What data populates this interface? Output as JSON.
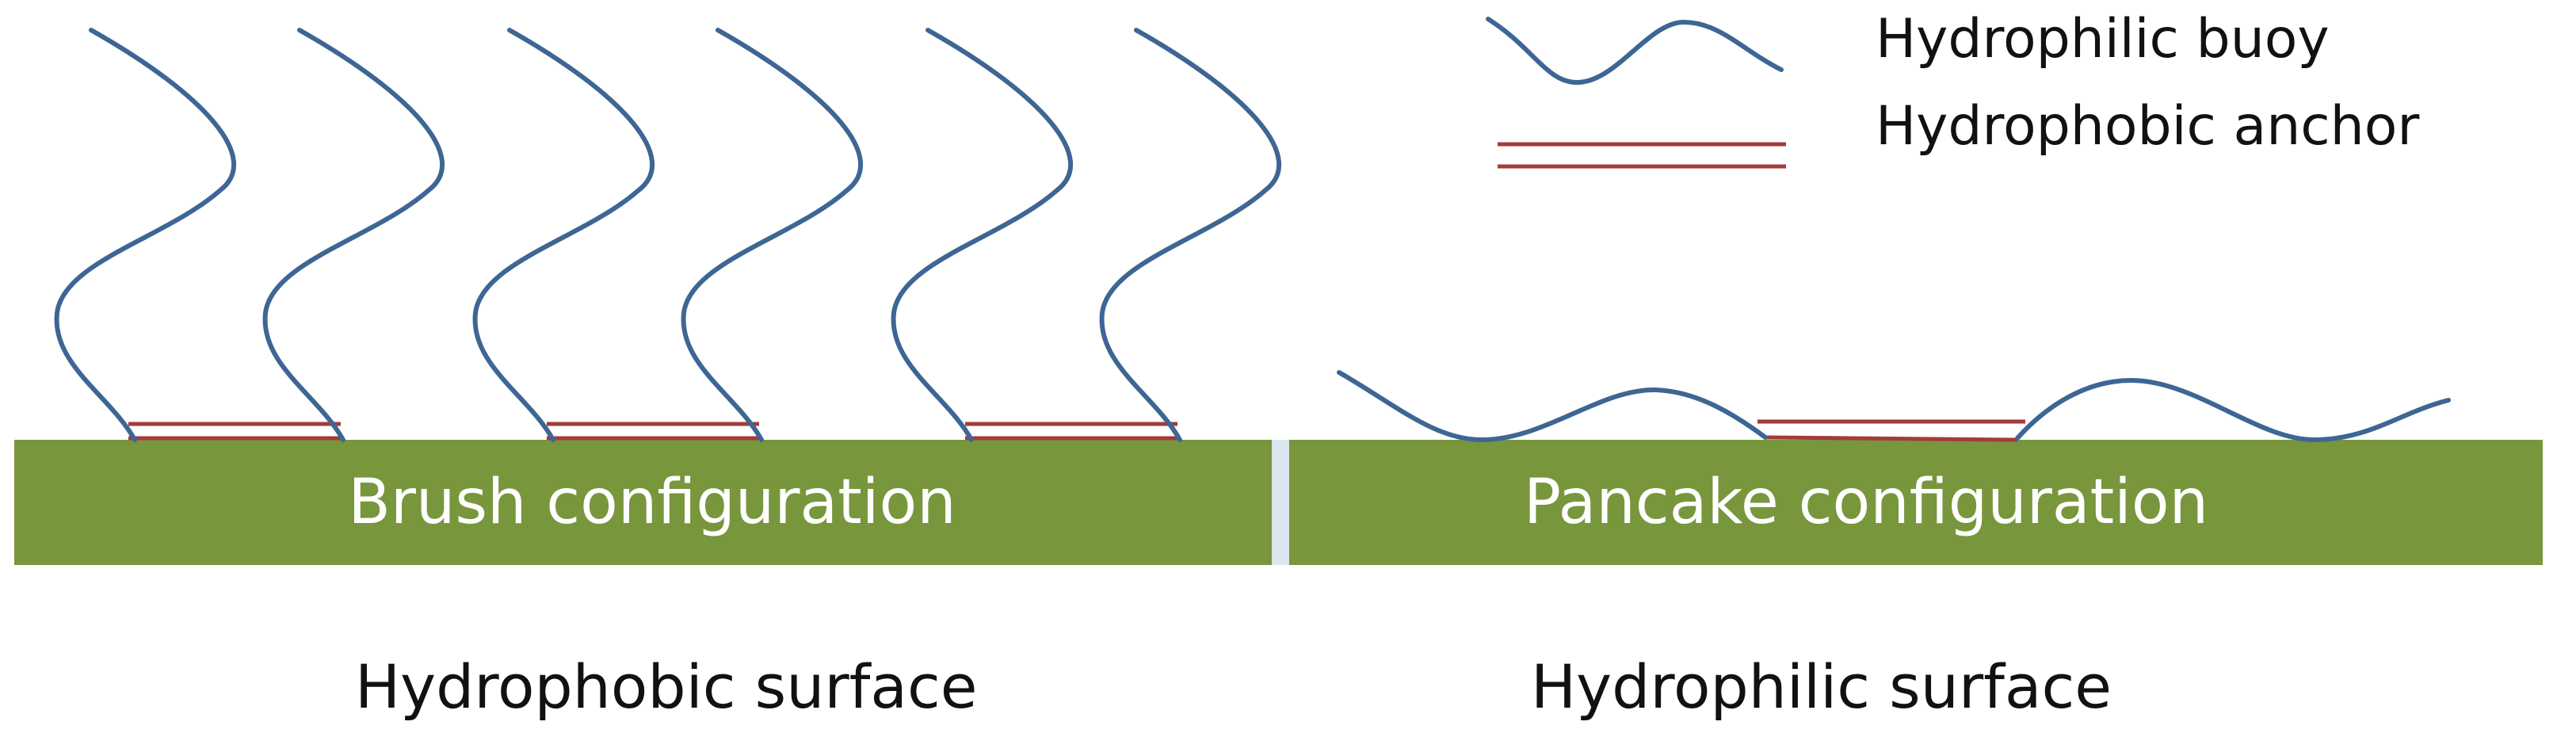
{
  "legend": {
    "buoy_label": "Hydrophilic buoy",
    "anchor_label": "Hydrophobic anchor"
  },
  "panels": {
    "left": {
      "bar_label": "Brush configuration",
      "surface_label": "Hydrophobic surface"
    },
    "right": {
      "bar_label": "Pancake configuration",
      "surface_label": "Hydrophilic surface"
    }
  },
  "colors": {
    "surface_green": "#78963c",
    "buoy_blue": "#3e6694",
    "anchor_red": "#a33b3b",
    "divider": "#dbe6ee",
    "text_dark": "#111111",
    "text_light": "#ffffff"
  }
}
